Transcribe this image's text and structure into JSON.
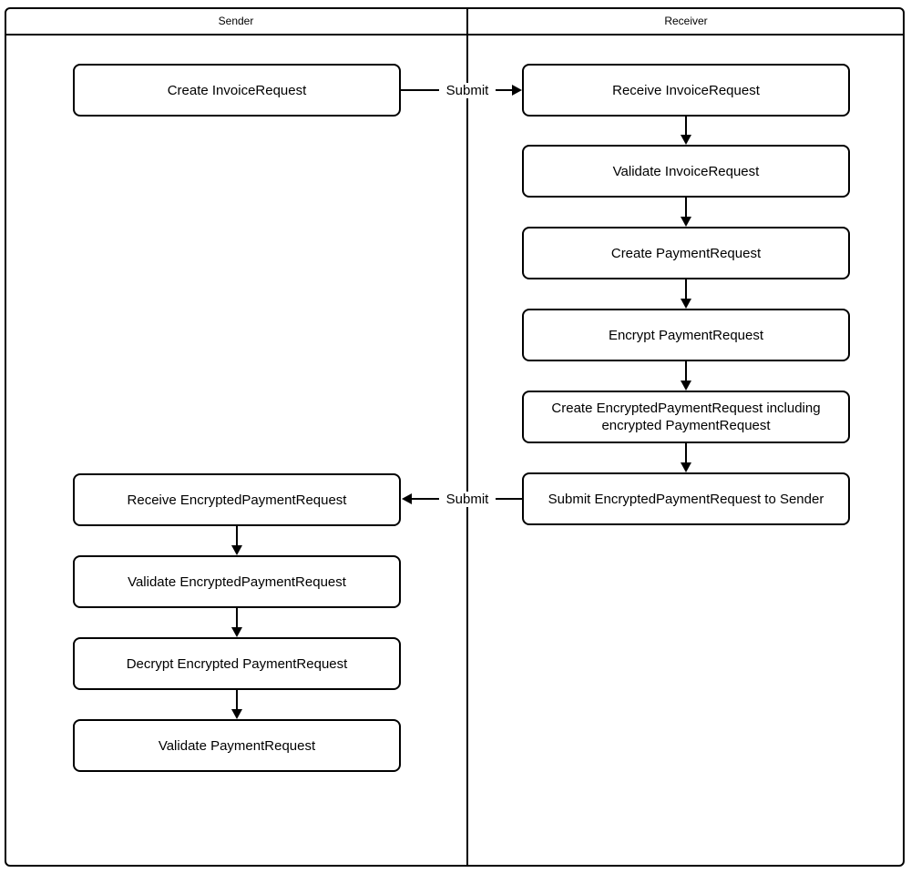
{
  "lanes": {
    "sender": {
      "title": "Sender"
    },
    "receiver": {
      "title": "Receiver"
    }
  },
  "sender_nodes": [
    {
      "label": "Create InvoiceRequest"
    },
    {
      "label": "Receive EncryptedPaymentRequest"
    },
    {
      "label": "Validate EncryptedPaymentRequest"
    },
    {
      "label": "Decrypt Encrypted PaymentRequest"
    },
    {
      "label": "Validate PaymentRequest"
    }
  ],
  "receiver_nodes": [
    {
      "label": "Receive InvoiceRequest"
    },
    {
      "label": "Validate InvoiceRequest"
    },
    {
      "label": "Create PaymentRequest"
    },
    {
      "label": "Encrypt PaymentRequest"
    },
    {
      "label": "Create EncryptedPaymentRequest including encrypted PaymentRequest"
    },
    {
      "label": "Submit EncryptedPaymentRequest to Sender"
    }
  ],
  "edges": {
    "submit_invoice": {
      "label": "Submit",
      "from": "Create InvoiceRequest",
      "to": "Receive InvoiceRequest"
    },
    "submit_encrypted_payment": {
      "label": "Submit",
      "from": "Submit EncryptedPaymentRequest to Sender",
      "to": "Receive EncryptedPaymentRequest"
    }
  },
  "colors": {
    "line": "#000000",
    "background": "#ffffff"
  }
}
